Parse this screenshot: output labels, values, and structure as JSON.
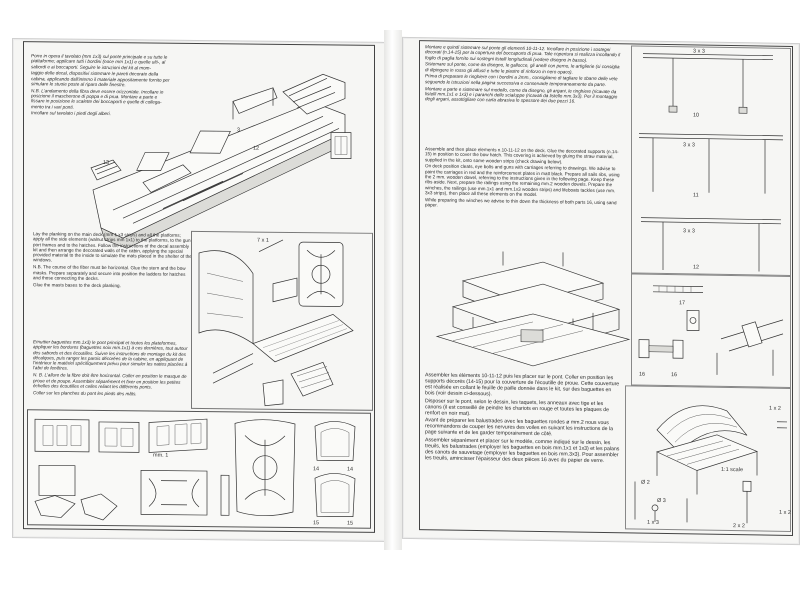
{
  "left_page": {
    "italian_intro": [
      "Porre in opera il tavolato (mm 1x3) sul ponte principale e su tutte le piattaforme; applicare tutti i bordini (noce mm 1x1) e quelle ulti-, al sabordi e ai boccaporti. Seguire le istruzioni del kit al mom-",
      "taggio delle decal, dispositivi sistemare le pareti decorate della cabina, applicando dall'interno il materiale appositamente fornito per simulare le stuoie poste al riparo delle finestre.",
      "N.B. L'andamento della fibra deve essere orizzontale. Incollare in posizione il mascherone di poppa e di prua. Montare a parte e fissare in posizione le scalette dei boccaporti e quelle di collega-mento tra i vari ponti.",
      "Incollare sul tavolato i piedi degli alberi."
    ],
    "english_text": [
      "Lay the planking on the main deck (mm 1 x3 strips) and all the platforms; apply all the side elements (walnut strips mm 1x1) to the platforms, to the gun port frames and to the hatches. Follow the instructions of the decal assembly kit and then arrange the decorated walls of the cabin, applying the special provided material to the inside to simulate the mats placed in the shelter of the windows.",
      "N.B. The course of the fiber must be horizontal. Glue the stern and the bow masks. Prepare separately and secure into position the ladders for hatches and those connecting the decks.",
      "Glue the masts bases to the deck planking."
    ],
    "french_text": [
      "Emuttier baguettes mm.1x3) le pont principal et toutes les plateformes, appliquer les bordures (baguettes noix mm.1x1) à ces dernières, tout autour des sabords et des écoutilles. Suivre les instructions de montage du kit des décalques, puis ranger les parois décorées de la cabine, en appliquant de l'intérieur le matériel spécifiquement prévu pour simuler les nattes placées à l'abri de fenêtres.",
      "N. B. L'allure de la fibre doit être horizontal. Coller en position le masque de proue et de poupe. Assembler séparément et fixer en position les petites échelles des écoutilles et celles reliant les différents ponts.",
      "Coller sur les planches du pont les pieds des mâts."
    ],
    "labels": {
      "mm1": "mm. 1",
      "n14a": "14",
      "n14b": "14",
      "n15a": "15",
      "n15b": "15",
      "n7x1": "7 x 1",
      "n12": "12",
      "n13": "13",
      "n3": "3"
    }
  },
  "right_page": {
    "italian_text": [
      "Montare e quindi sistemare sul ponte gli elementi 10-11-12. Incollare in posizione i sostegni decorati (n.14-15) per la copertura del boccaporto di prua. Tale copertura si realizza incollando il foglio di paglia fornito sui sostegni listelli longitudinali (vedere disegno in basso).",
      "Sistemare sul ponte, come da disegno, le gallocce, gli anelli con perno, le artiglierie (si consiglia di dipingere in rosso gli affusti e tutte le piastre di rinforzo in nero opaco).",
      "Prima di preparare le ringhiere con i bordini a 2mm., consigliamo di tagliare le sbarre delle vele seguendo le istruzioni nella pagina successiva e conservarle temporaneamente da parte.",
      "Montare a parte e sistemare sul modello, come da disegno, gli argani, le ringhiere (ricavate da listelli mm.1x1 e 1x3) e i paranchi delle scialuppe (ricavati da listello mm.3x3). Per il montaggio degli argani, assottigliare con carta abrasiva lo spessore dei due pezzi 16."
    ],
    "english_text": [
      "Assemble and then place elements n.10-11-12 on the deck. Glue the decorated supports (n.14-15) in position to cover the bow hatch. This covering is achieved by gluing the straw material, supplied in the kit, onto some wooden strips (check drawing below).",
      "On deck position cleats, eye bolts and guns with carriages referring to drawings. We advise to paint the carriages in red and the reinforcement plates in matt black. Prepare all sails ribs, using the 2 mm. wooden dowel, referring to the instructions given in the following page. Keep these ribs aside. Next, prepare the railings using the remaining mm.2 wooden dowels. Prepare the winches, the railings (use mm.1x1 and mm.1x3 wooden strips) and lifeboats tackles (use mm. 3x3 strips), then place all these elements on the model.",
      "While preparing the winches we advise to thin down the thickness of both parts 16, using sand paper."
    ],
    "french_text": [
      "Assembler les éléments 10-11-12 puis les placer sur le pont. Coller en position les supports décorés (14-15) pour la couverture de l'écoutille de proue. Cette couverture est réalisée en collant le feuille de paille donnée dans le kit, sur des baguettes en bois (voir dessin ci-dessous).",
      "Disposer sur le pont, selon le dessin, les taquets, les anneaux avec tige et les canons (il est conseillé de peindre les chariots en rouge et toutes les plaques de renfort en noir mat).",
      "Avant de préparer les balustrades avec les baguettes rondes ø mm.2 nous vous recommandons de couper les nervures des voiles en suivant les instructions de la page suivante et de les garder temporairement de côté.",
      "Assembler séparément et placer sur le modèle, comme indiqué sur le dessin, les treuils, les balustrades (employer les baguettes en bois mm.1x1 et 1x3) et les palans des canots de sauvetage (employer les baguettes en bois mm.3x3). Pour assembler les treuils, amincisser l'épaisseur des deux pièces 16 avec du papier de verre."
    ],
    "labels": {
      "n3x3a": "3 x 3",
      "n3x3b": "3 x 3",
      "n3x3c": "3 x 3",
      "n10": "10",
      "n11": "11",
      "n12": "12",
      "n16a": "16",
      "n16b": "16",
      "n17": "17",
      "n1x2": "1 x 2",
      "scale": "1:1 scale",
      "d2": "Ø 2",
      "d3": "Ø 3",
      "n1x3": "1 x 3",
      "n2x2": "2 x 2",
      "n1x2b": "1 x 2"
    }
  }
}
